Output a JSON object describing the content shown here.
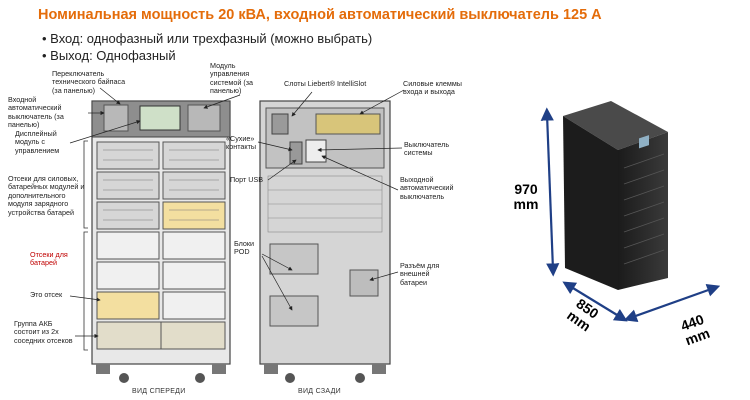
{
  "title": "Номинальная мощность 20 кВА, входной автоматический выключатель 125 А",
  "bullets": [
    "Вход: однофазный или трехфазный (можно выбрать)",
    "Выход: Однофазный"
  ],
  "front": {
    "view_label": "ВИД СПЕРЕДИ",
    "labels": {
      "bypass_switch": "Переключатель технического байпаса (за панелью)",
      "control_module": "Модуль управления системой (за панелью)",
      "input_breaker": "Входной автоматический выключатель (за панелью)",
      "display_module": "Дисплейный модуль с управлением",
      "power_bays": "Отсеки для силовых, батарейных модулей и дополнительного модуля зарядного устройства батарей",
      "battery_bays": "Отсеки для батарей",
      "this_bay": "Это отсек",
      "battery_group": "Группа АКБ состоит из 2х соседних отсеков"
    }
  },
  "rear": {
    "view_label": "ВИД СЗАДИ",
    "labels": {
      "intellislot": "Слоты Liebert® IntelliSlot",
      "power_terminals": "Силовые клеммы входа и выхода",
      "dry_contacts": "«Сухие» контакты",
      "system_breaker": "Выключатель системы",
      "usb_port": "Порт USB",
      "output_breaker": "Выходной автоматический выключатель",
      "pod_blocks": "Блоки POD",
      "ext_battery": "Разъём для внешней батареи"
    }
  },
  "dimensions": {
    "height": "970 mm",
    "depth": "850 mm",
    "width": "440 mm"
  },
  "colors": {
    "title": "#e46c0a",
    "arrow": "#1f3f86",
    "battery_highlight": "#f3dfa0",
    "red_label": "#c00000"
  }
}
